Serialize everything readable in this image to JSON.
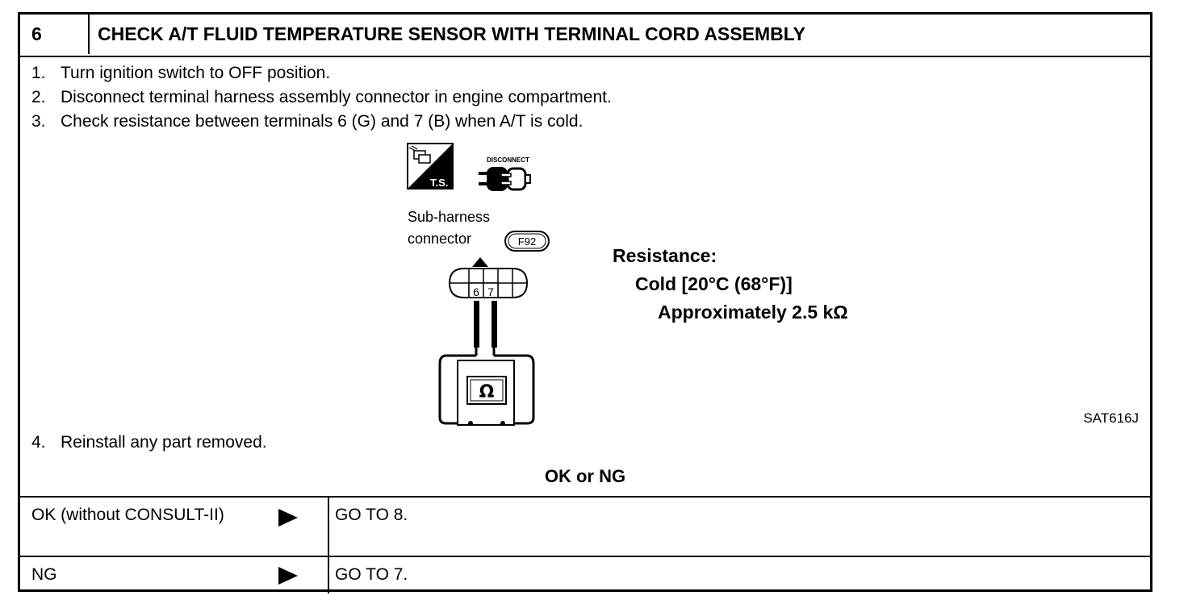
{
  "header": {
    "step_number": "6",
    "title": "CHECK A/T FLUID TEMPERATURE SENSOR WITH TERMINAL CORD ASSEMBLY"
  },
  "steps": [
    {
      "num": "1.",
      "text": "Turn ignition switch to OFF position."
    },
    {
      "num": "2.",
      "text": "Disconnect terminal harness assembly connector in engine compartment."
    },
    {
      "num": "3.",
      "text": "Check resistance between terminals 6 (G) and 7 (B) when A/T is cold."
    },
    {
      "num": "4.",
      "text": "Reinstall any part removed."
    }
  ],
  "figure": {
    "ts_label": "T.S.",
    "disconnect_label": "DISCONNECT",
    "connector_label_line1": "Sub-harness",
    "connector_label_line2": "connector",
    "connector_code": "F92",
    "terminal_left": "6",
    "terminal_right": "7",
    "meter_symbol": "Ω",
    "figure_code": "SAT616J"
  },
  "resistance": {
    "heading": "Resistance:",
    "condition": "Cold [20°C (68°F)]",
    "value": "Approximately 2.5 kΩ"
  },
  "ok_ng_label": "OK or NG",
  "results": [
    {
      "condition": "OK (without CONSULT-II)",
      "action": "GO TO 8."
    },
    {
      "condition": "NG",
      "action": "GO TO 7."
    }
  ]
}
